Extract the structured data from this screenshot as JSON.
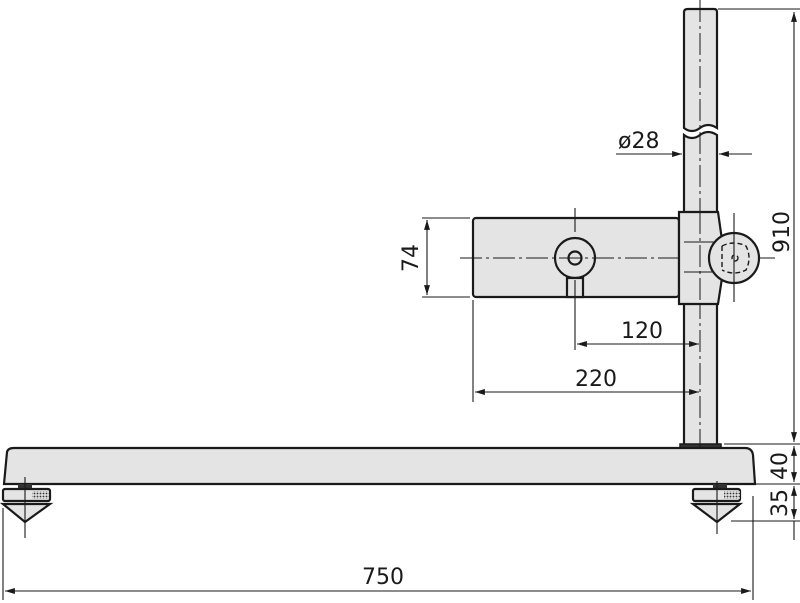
{
  "drawing": {
    "subject": "stand with base, vertical column and arm holder",
    "units": "mm",
    "colors": {
      "part_fill": "#e4e4e4",
      "line": "#1a1a1a",
      "background": "#ffffff"
    }
  },
  "dimensions": {
    "column_diameter": "ø28",
    "total_height": "910",
    "arm_height": "74",
    "arm_hole_offset": "120",
    "arm_reach": "220",
    "base_thickness": "40",
    "foot_height": "35",
    "base_length": "750"
  }
}
